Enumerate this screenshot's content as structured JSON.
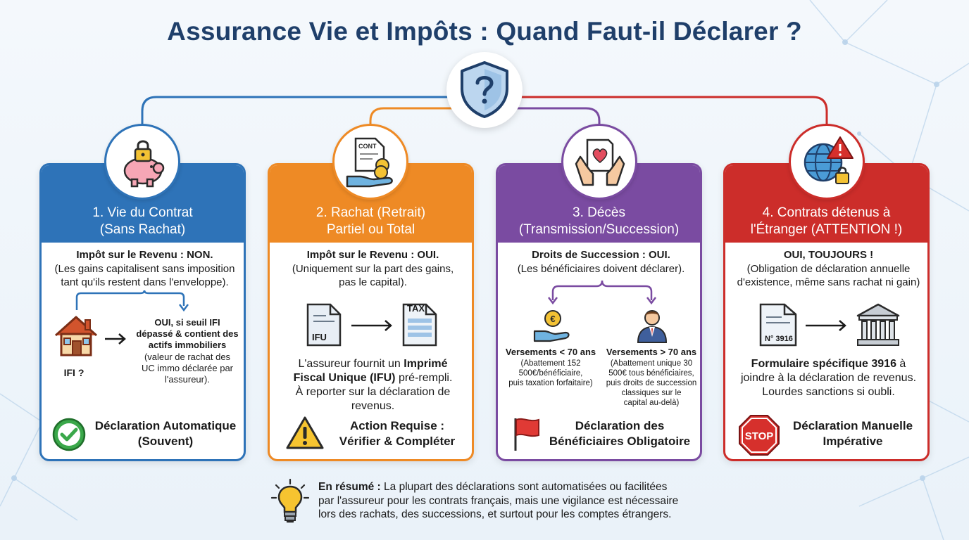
{
  "title": "Assurance Vie et Impôts : Quand Faut-il Déclarer ?",
  "colors": {
    "blue": "#2e73b8",
    "orange": "#ee8a25",
    "purple": "#7a4ba1",
    "red": "#cc2d2a",
    "title": "#1f3f6a"
  },
  "center_icon": "shield-question-icon",
  "cards": [
    {
      "icon": "piggy-bank-lock-icon",
      "title_line1": "1. Vie du Contrat",
      "title_line2": "(Sans Rachat)",
      "lead": "Impôt sur le Revenu : NON.",
      "desc_line1": "(Les gains capitalisent sans imposition",
      "desc_line2": "tant qu'ils restent dans l'enveloppe).",
      "ifi_label": "IFI ?",
      "ifi_bold1": "OUI, si seuil IFI",
      "ifi_bold2": "dépassé & contient des",
      "ifi_bold3": "actifs immobiliers",
      "ifi_note1": "(valeur de rachat des",
      "ifi_note2": "UC immo déclarée par",
      "ifi_note3": "l'assureur).",
      "footer_icon": "check-circle-icon",
      "footer_line1": "Déclaration Automatique",
      "footer_line2": "(Souvent)"
    },
    {
      "icon": "contract-coins-hand-icon",
      "icon_text": "CONT",
      "title_line1": "2. Rachat (Retrait)",
      "title_line2": "Partiel ou Total",
      "lead": "Impôt sur le Revenu : OUI.",
      "desc_line1": "(Uniquement sur la part des gains,",
      "desc_line2": "pas le capital).",
      "doc1_label": "IFU",
      "doc2_label": "TAX",
      "text_pre": "L'assureur fournit un ",
      "text_bold1": "Imprimé",
      "text_bold2": "Fiscal Unique (IFU)",
      "text_post1": " pré-rempli.",
      "text_line3": "À reporter sur la déclaration de",
      "text_line4": "revenus.",
      "footer_icon": "warning-triangle-icon",
      "footer_line1": "Action Requise :",
      "footer_line2": "Vérifier & Compléter"
    },
    {
      "icon": "hands-heart-document-icon",
      "title_line1": "3. Décès",
      "title_line2": "(Transmission/Succession)",
      "lead": "Droits de Succession : OUI.",
      "desc_line1": "(Les bénéficiaires doivent déclarer).",
      "left_title": "Versements < 70 ans",
      "left_note1": "(Abattement 152",
      "left_note2": "500€/bénéficiaire,",
      "left_note3": "puis taxation forfaitaire)",
      "right_title": "Versements > 70 ans",
      "right_note1": "(Abattement unique 30",
      "right_note2": "500€ tous bénéficiaires,",
      "right_note3": "puis droits de succession",
      "right_note4": "classiques sur le",
      "right_note5": "capital au-delà)",
      "coin_symbol": "€",
      "footer_icon": "red-flag-icon",
      "footer_line1": "Déclaration des",
      "footer_line2": "Bénéficiaires Obligatoire"
    },
    {
      "icon": "globe-warning-lock-icon",
      "title_line1": "4. Contrats détenus à",
      "title_line2": "l'Étranger (ATTENTION !)",
      "lead": "OUI, TOUJOURS !",
      "desc_line1": "(Obligation de déclaration annuelle",
      "desc_line2": "d'existence, même sans rachat ni gain)",
      "form_label": "N° 3916",
      "text_bold": "Formulaire spécifique 3916",
      "text_post": " à",
      "text_line2": "joindre à la déclaration de revenus.",
      "text_line3": "Lourdes sanctions si oubli.",
      "stop_text": "STOP",
      "footer_icon": "stop-sign-icon",
      "footer_line1": "Déclaration Manuelle",
      "footer_line2": "Impérative"
    }
  ],
  "summary": {
    "icon": "lightbulb-icon",
    "label": "En résumé :",
    "text1": " La plupart des déclarations sont automatisées ou facilitées",
    "text2": "par l'assureur pour les contrats français, mais une vigilance est nécessaire",
    "text3": "lors des rachats, des successions, et surtout pour les comptes étrangers."
  }
}
